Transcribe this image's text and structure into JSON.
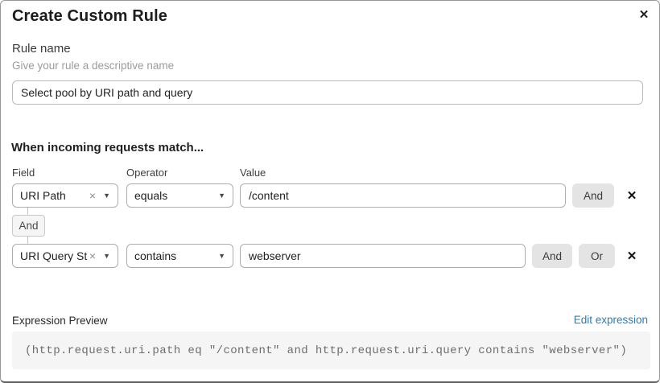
{
  "dialog": {
    "title": "Create Custom Rule"
  },
  "icons": {
    "close": "✕",
    "remove": "✕",
    "clear": "×",
    "chevron_down": "▼"
  },
  "rule_name": {
    "label": "Rule name",
    "hint": "Give your rule a descriptive name",
    "value": "Select pool by URI path and query"
  },
  "match": {
    "heading": "When incoming requests match...",
    "columns": {
      "field": "Field",
      "operator": "Operator",
      "value": "Value"
    },
    "connector_label": "And",
    "conditions": [
      {
        "field": "URI Path",
        "operator": "equals",
        "value": "/content",
        "buttons": {
          "and": "And"
        }
      },
      {
        "field": "URI Query St...",
        "operator": "contains",
        "value": "webserver",
        "buttons": {
          "and": "And",
          "or": "Or"
        }
      }
    ]
  },
  "expression": {
    "label": "Expression Preview",
    "edit_link": "Edit expression",
    "code": "(http.request.uri.path eq \"/content\" and http.request.uri.query contains \"webserver\")"
  },
  "colors": {
    "link_blue": "#2c7db3",
    "button_gray": "#e4e4e4",
    "code_bg": "#f5f5f5"
  }
}
